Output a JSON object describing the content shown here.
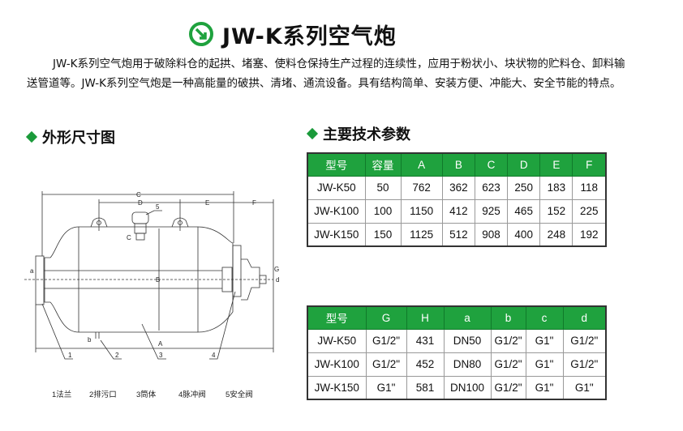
{
  "title": "JW-K系列空气炮",
  "intro": "JW-K系列空气炮用于破除料仓的起拱、堵塞、使料仓保持生产过程的连续性，应用于粉状小、块状物的贮料仓、卸料输送管道等。JW-K系列空气炮是一种高能量的破拱、清堵、通流设备。具有结构简单、安装方便、冲能大、安全节能的特点。",
  "sections": {
    "drawing": "外形尺寸图",
    "params": "主要技术参数"
  },
  "colors": {
    "accent": "#1fa23e"
  },
  "table1": {
    "headers": [
      "型号",
      "容量",
      "A",
      "B",
      "C",
      "D",
      "E",
      "F"
    ],
    "rows": [
      [
        "JW-K50",
        "50",
        "762",
        "362",
        "623",
        "250",
        "183",
        "118"
      ],
      [
        "JW-K100",
        "100",
        "1150",
        "412",
        "925",
        "465",
        "152",
        "225"
      ],
      [
        "JW-K150",
        "150",
        "1125",
        "512",
        "908",
        "400",
        "248",
        "192"
      ]
    ]
  },
  "table2": {
    "headers": [
      "型号",
      "G",
      "H",
      "a",
      "b",
      "c",
      "d"
    ],
    "rows": [
      [
        "JW-K50",
        "G1/2\"",
        "431",
        "DN50",
        "G1/2\"",
        "G1\"",
        "G1/2\""
      ],
      [
        "JW-K100",
        "G1/2\"",
        "452",
        "DN80",
        "G1/2\"",
        "G1\"",
        "G1/2\""
      ],
      [
        "JW-K150",
        "G1\"",
        "581",
        "DN100",
        "G1/2\"",
        "G1\"",
        "G1\""
      ]
    ]
  },
  "drawing": {
    "dims": {
      "A": "A",
      "B": "B",
      "C": "C",
      "D": "D",
      "E": "E",
      "F": "F",
      "G": "G",
      "a": "a",
      "b": "b",
      "c": "C",
      "d": "d",
      "n1": "1",
      "n2": "2",
      "n3": "3",
      "n4": "4",
      "n5": "5"
    },
    "legend": [
      "1法兰",
      "2排污口",
      "3筒体",
      "4脉冲阀",
      "5安全阀"
    ]
  }
}
